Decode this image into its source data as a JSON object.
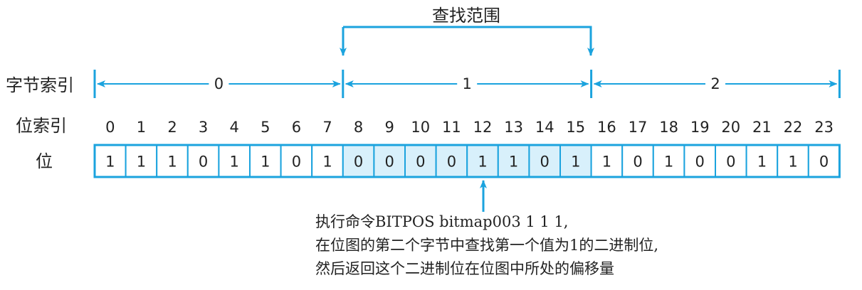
{
  "title": "",
  "search_range_label": "查找范围",
  "row_labels": {
    "byte_index": "字节索引",
    "bit_index": "位索引",
    "bits": "位"
  },
  "byte_labels": [
    "0",
    "1",
    "2"
  ],
  "bit_index_labels": [
    "0",
    "1",
    "2",
    "3",
    "4",
    "5",
    "6",
    "7",
    "8",
    "9",
    "10",
    "11",
    "12",
    "13",
    "14",
    "15",
    "16",
    "17",
    "18",
    "19",
    "20",
    "21",
    "22",
    "23"
  ],
  "bits": [
    "1",
    "1",
    "1",
    "0",
    "1",
    "1",
    "0",
    "1",
    "0",
    "0",
    "0",
    "0",
    "1",
    "1",
    "0",
    "1",
    "1",
    "0",
    "1",
    "0",
    "0",
    "1",
    "1",
    "0"
  ],
  "search_range_bits": {
    "start": 8,
    "end": 15
  },
  "pointed_bit": 12,
  "caption_lines": [
    "执行命令BITPOS bitmap003 1 1 1,",
    "在位图的第二个字节中查找第一个值为1的二进制位,",
    "然后返回这个二进制位在位图中所处的偏移量"
  ],
  "colors": {
    "line": "#1ba3de",
    "highlight": "#d8f0fb",
    "text": "#222222"
  }
}
